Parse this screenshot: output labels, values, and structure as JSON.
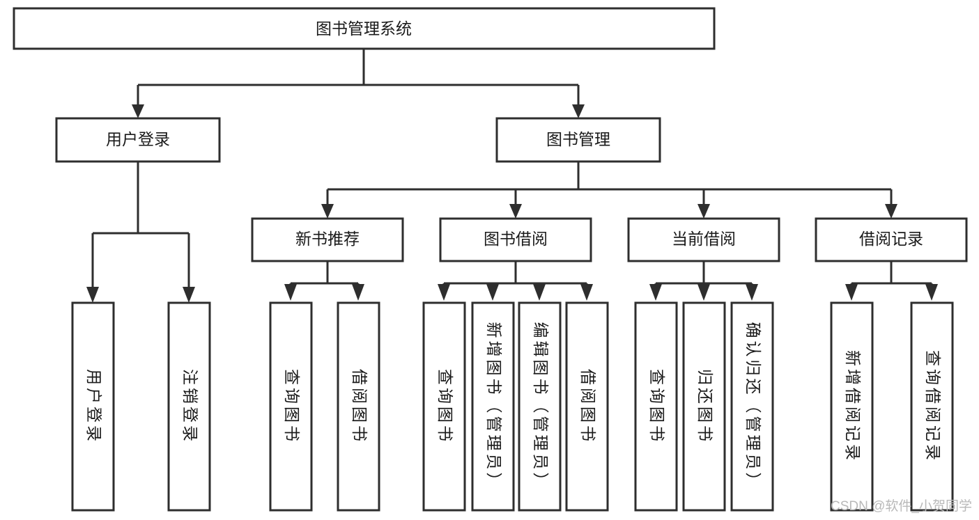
{
  "diagram": {
    "type": "tree-hierarchy",
    "title": "图书管理系统",
    "orientation": "top-down",
    "watermark": "CSDN @软件_小贺同学",
    "colors": {
      "background": "#ffffff",
      "box_fill": "#ffffff",
      "box_stroke": "#2e2e2e",
      "text": "#1a1a1a",
      "watermark": "#b9b9b9"
    },
    "levels": {
      "root": "图书管理系统",
      "level2": [
        "用户登录",
        "图书管理"
      ],
      "level3": [
        "新书推荐",
        "图书借阅",
        "当前借阅",
        "借阅记录"
      ],
      "leaves": [
        "用户登录",
        "注销登录",
        "查询图书",
        "借阅图书",
        "查询图书",
        "新增图书（管理员）",
        "编辑图书（管理员）",
        "借阅图书",
        "查询图书",
        "归还图书",
        "确认归还（管理员）",
        "新增借阅记录",
        "查询借阅记录"
      ]
    },
    "nodes": {
      "root": {
        "label": "图书管理系统"
      },
      "user_login": {
        "label": "用户登录"
      },
      "book_manage": {
        "label": "图书管理"
      },
      "new_book_rec": {
        "label": "新书推荐"
      },
      "book_borrow": {
        "label": "图书借阅"
      },
      "current_borrow": {
        "label": "当前借阅"
      },
      "borrow_record": {
        "label": "借阅记录"
      },
      "leaf_user_login": {
        "label": "用户登录"
      },
      "leaf_logout": {
        "label": "注销登录"
      },
      "leaf_query_book_1": {
        "label": "查询图书"
      },
      "leaf_borrow_book_1": {
        "label": "借阅图书"
      },
      "leaf_query_book_2": {
        "label": "查询图书"
      },
      "leaf_add_book_admin": {
        "label": "新增图书（管理员）"
      },
      "leaf_edit_book_admin": {
        "label": "编辑图书（管理员）"
      },
      "leaf_borrow_book_2": {
        "label": "借阅图书"
      },
      "leaf_query_book_3": {
        "label": "查询图书"
      },
      "leaf_return_book": {
        "label": "归还图书"
      },
      "leaf_confirm_return_admin": {
        "label": "确认归还（管理员）"
      },
      "leaf_add_record": {
        "label": "新增借阅记录"
      },
      "leaf_query_record": {
        "label": "查询借阅记录"
      }
    },
    "edges": [
      {
        "from": "root",
        "to": "user_login"
      },
      {
        "from": "root",
        "to": "book_manage"
      },
      {
        "from": "user_login",
        "to": "leaf_user_login"
      },
      {
        "from": "user_login",
        "to": "leaf_logout"
      },
      {
        "from": "book_manage",
        "to": "new_book_rec"
      },
      {
        "from": "book_manage",
        "to": "book_borrow"
      },
      {
        "from": "book_manage",
        "to": "current_borrow"
      },
      {
        "from": "book_manage",
        "to": "borrow_record"
      },
      {
        "from": "new_book_rec",
        "to": "leaf_query_book_1"
      },
      {
        "from": "new_book_rec",
        "to": "leaf_borrow_book_1"
      },
      {
        "from": "book_borrow",
        "to": "leaf_query_book_2"
      },
      {
        "from": "book_borrow",
        "to": "leaf_add_book_admin"
      },
      {
        "from": "book_borrow",
        "to": "leaf_edit_book_admin"
      },
      {
        "from": "book_borrow",
        "to": "leaf_borrow_book_2"
      },
      {
        "from": "current_borrow",
        "to": "leaf_query_book_3"
      },
      {
        "from": "current_borrow",
        "to": "leaf_return_book"
      },
      {
        "from": "current_borrow",
        "to": "leaf_confirm_return_admin"
      },
      {
        "from": "borrow_record",
        "to": "leaf_add_record"
      },
      {
        "from": "borrow_record",
        "to": "leaf_query_record"
      }
    ]
  }
}
